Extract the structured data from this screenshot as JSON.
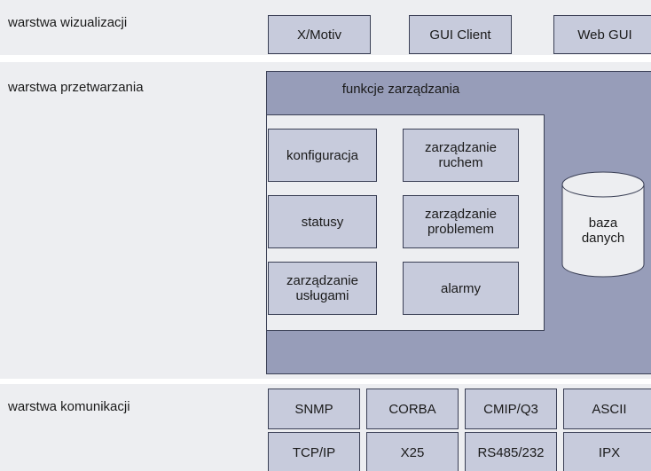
{
  "layers": {
    "visualization": {
      "label": "warstwa wizualizacji",
      "boxes": [
        "X/Motiv",
        "GUI Client",
        "Web GUI"
      ]
    },
    "processing": {
      "label": "warstwa przetwarzania",
      "panel_title": "funkcje zarządzania",
      "functions": [
        "konfiguracja",
        "zarządzanie\nruchem",
        "statusy",
        "zarządzanie\nproblemem",
        "zarządzanie\nusługami",
        "alarmy"
      ],
      "database": "baza\ndanych"
    },
    "communication": {
      "label": "warstwa komunikacji",
      "row1": [
        "SNMP",
        "CORBA",
        "CMIP/Q3",
        "ASCII"
      ],
      "row2": [
        "TCP/IP",
        "X25",
        "RS485/232",
        "IPX"
      ]
    }
  },
  "colors": {
    "layer_bg": "#edeef1",
    "box_fill": "#c7cbdc",
    "panel_fill": "#979db9",
    "border": "#3a3f55"
  }
}
